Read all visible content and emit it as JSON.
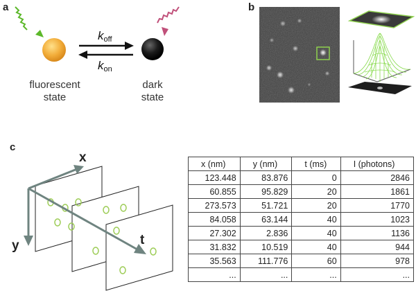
{
  "panels": {
    "a": "a",
    "b": "b",
    "c": "c"
  },
  "panel_a": {
    "fluorescent_label": [
      "fluorescent",
      "state"
    ],
    "dark_label": [
      "dark",
      "state"
    ],
    "k_off": {
      "k": "k",
      "sub": "off"
    },
    "k_on": {
      "k": "k",
      "sub": "on"
    },
    "colors": {
      "fluorescent": "#f0a830",
      "dark": "#1a1a1a",
      "excite_arrow": "#5cb82a",
      "emit_arrow": "#c0507a"
    }
  },
  "panel_c": {
    "axis_x": "x",
    "axis_y": "y",
    "axis_t": "t",
    "colors": {
      "axis": "#6f8480",
      "spot": "#9ccc55"
    }
  },
  "table": {
    "headers": [
      "x (nm)",
      "y (nm)",
      "t (ms)",
      "I (photons)"
    ],
    "rows": [
      [
        "123.448",
        "83.876",
        "0",
        "2846"
      ],
      [
        "60.855",
        "95.829",
        "20",
        "1861"
      ],
      [
        "273.573",
        "51.721",
        "20",
        "1770"
      ],
      [
        "84.058",
        "63.144",
        "40",
        "1023"
      ],
      [
        "27.302",
        "2.836",
        "40",
        "1136"
      ],
      [
        "31.832",
        "10.519",
        "40",
        "944"
      ],
      [
        "35.563",
        "111.776",
        "60",
        "978"
      ],
      [
        "...",
        "...",
        "...",
        "..."
      ]
    ]
  }
}
